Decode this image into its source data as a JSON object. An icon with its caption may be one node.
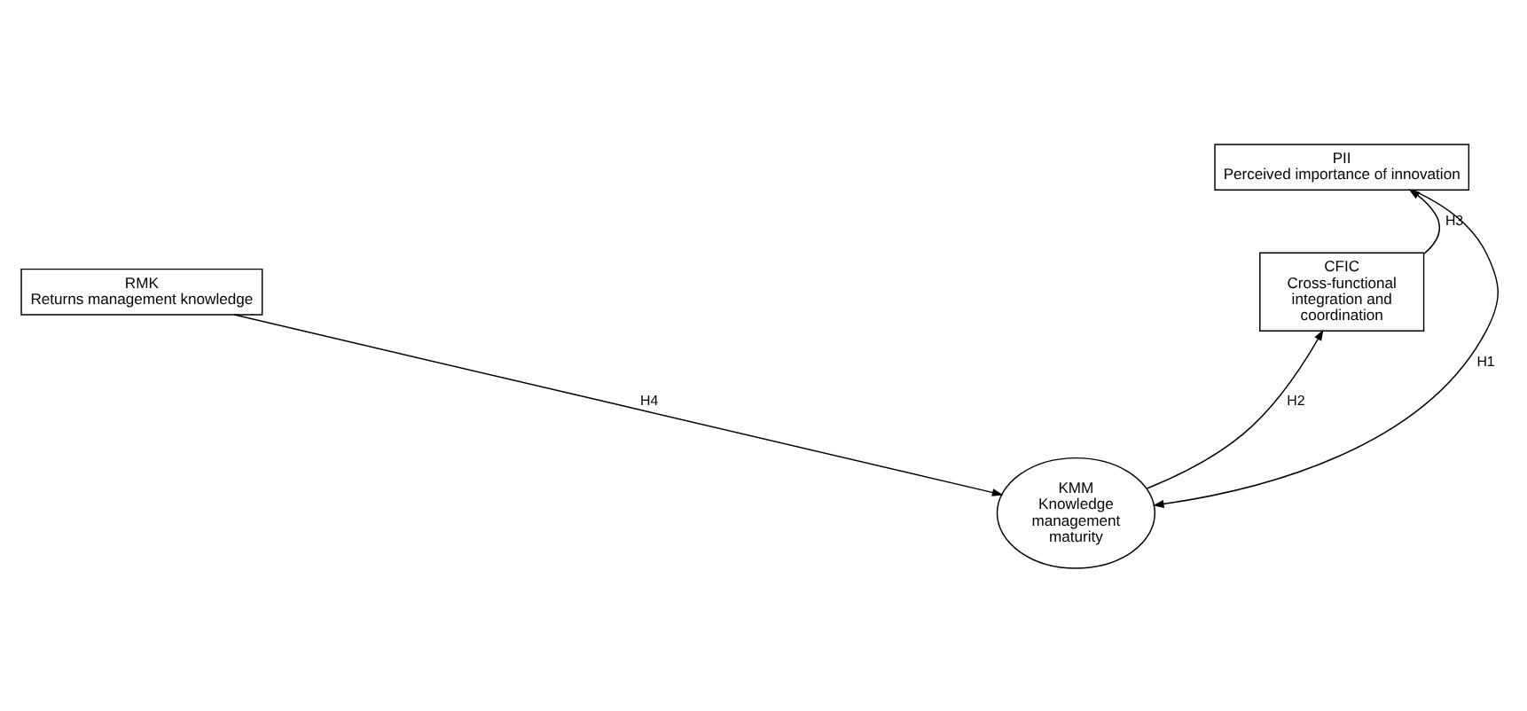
{
  "diagram": {
    "nodes": [
      {
        "text": [
          "PII",
          "Perceived importance of innovation"
        ]
      },
      {
        "text": [
          "RMK",
          "Returns management knowledge"
        ]
      },
      {
        "text": [
          "CFIC",
          "Cross-functional integration and coordination"
        ]
      },
      {
        "text": [
          "KMM",
          "Knowledge management maturity"
        ]
      }
    ],
    "edges": [
      {
        "from": 0,
        "to": 3,
        "arrow": "to",
        "label": "H1"
      },
      {
        "from": 3,
        "to": 2,
        "arrow": "to",
        "label": "H2"
      },
      {
        "from": 2,
        "to": 0,
        "arrow": "to",
        "label": "H3"
      },
      {
        "from": 1,
        "to": 3,
        "arrow": "to",
        "label": "H4"
      }
    ]
  }
}
